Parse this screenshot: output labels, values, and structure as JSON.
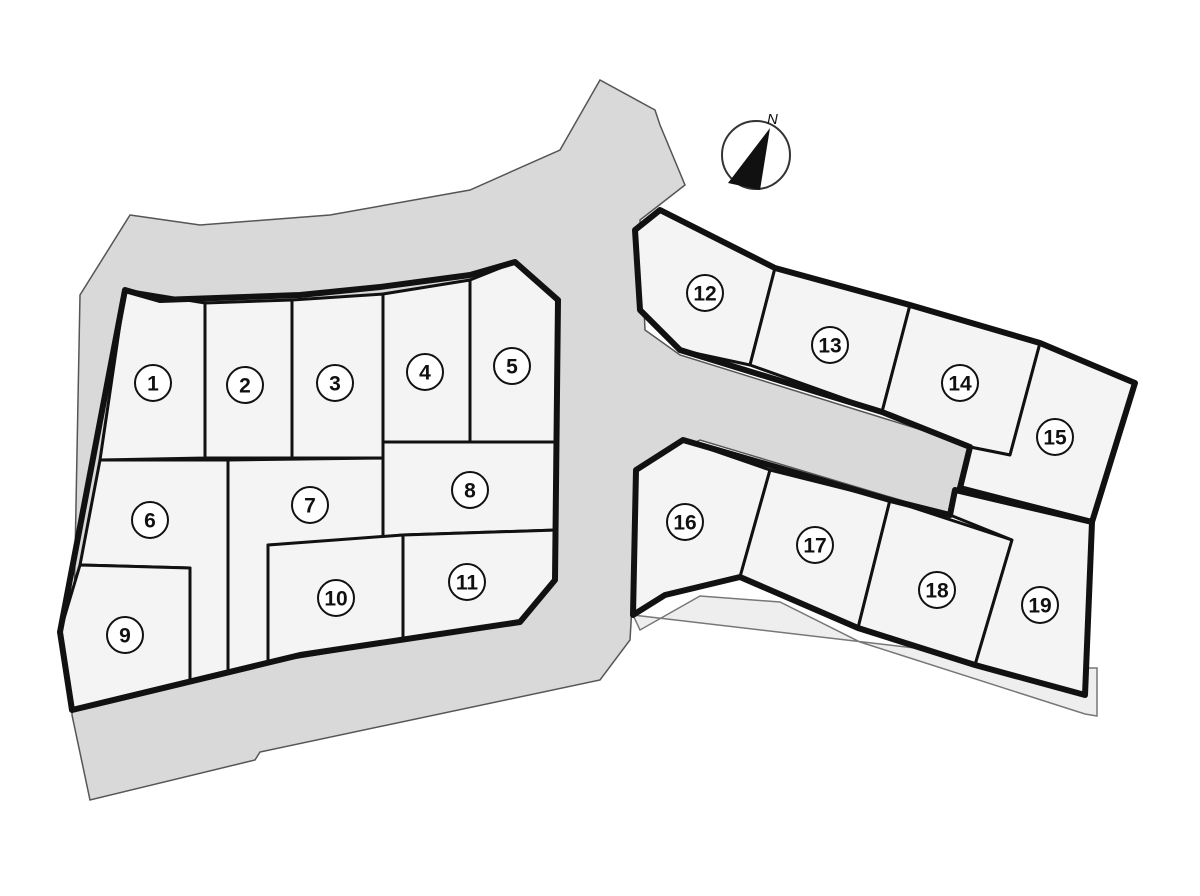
{
  "title": "Subdivision lot plan",
  "compass": {
    "label": "N"
  },
  "lots": [
    {
      "label": "1"
    },
    {
      "label": "2"
    },
    {
      "label": "3"
    },
    {
      "label": "4"
    },
    {
      "label": "5"
    },
    {
      "label": "6"
    },
    {
      "label": "7"
    },
    {
      "label": "8"
    },
    {
      "label": "9"
    },
    {
      "label": "10"
    },
    {
      "label": "11"
    },
    {
      "label": "12"
    },
    {
      "label": "13"
    },
    {
      "label": "14"
    },
    {
      "label": "15"
    },
    {
      "label": "16"
    },
    {
      "label": "17"
    },
    {
      "label": "18"
    },
    {
      "label": "19"
    }
  ],
  "colors": {
    "road": "#d9d9d9",
    "lot": "#f4f4f4",
    "border": "#111111"
  }
}
